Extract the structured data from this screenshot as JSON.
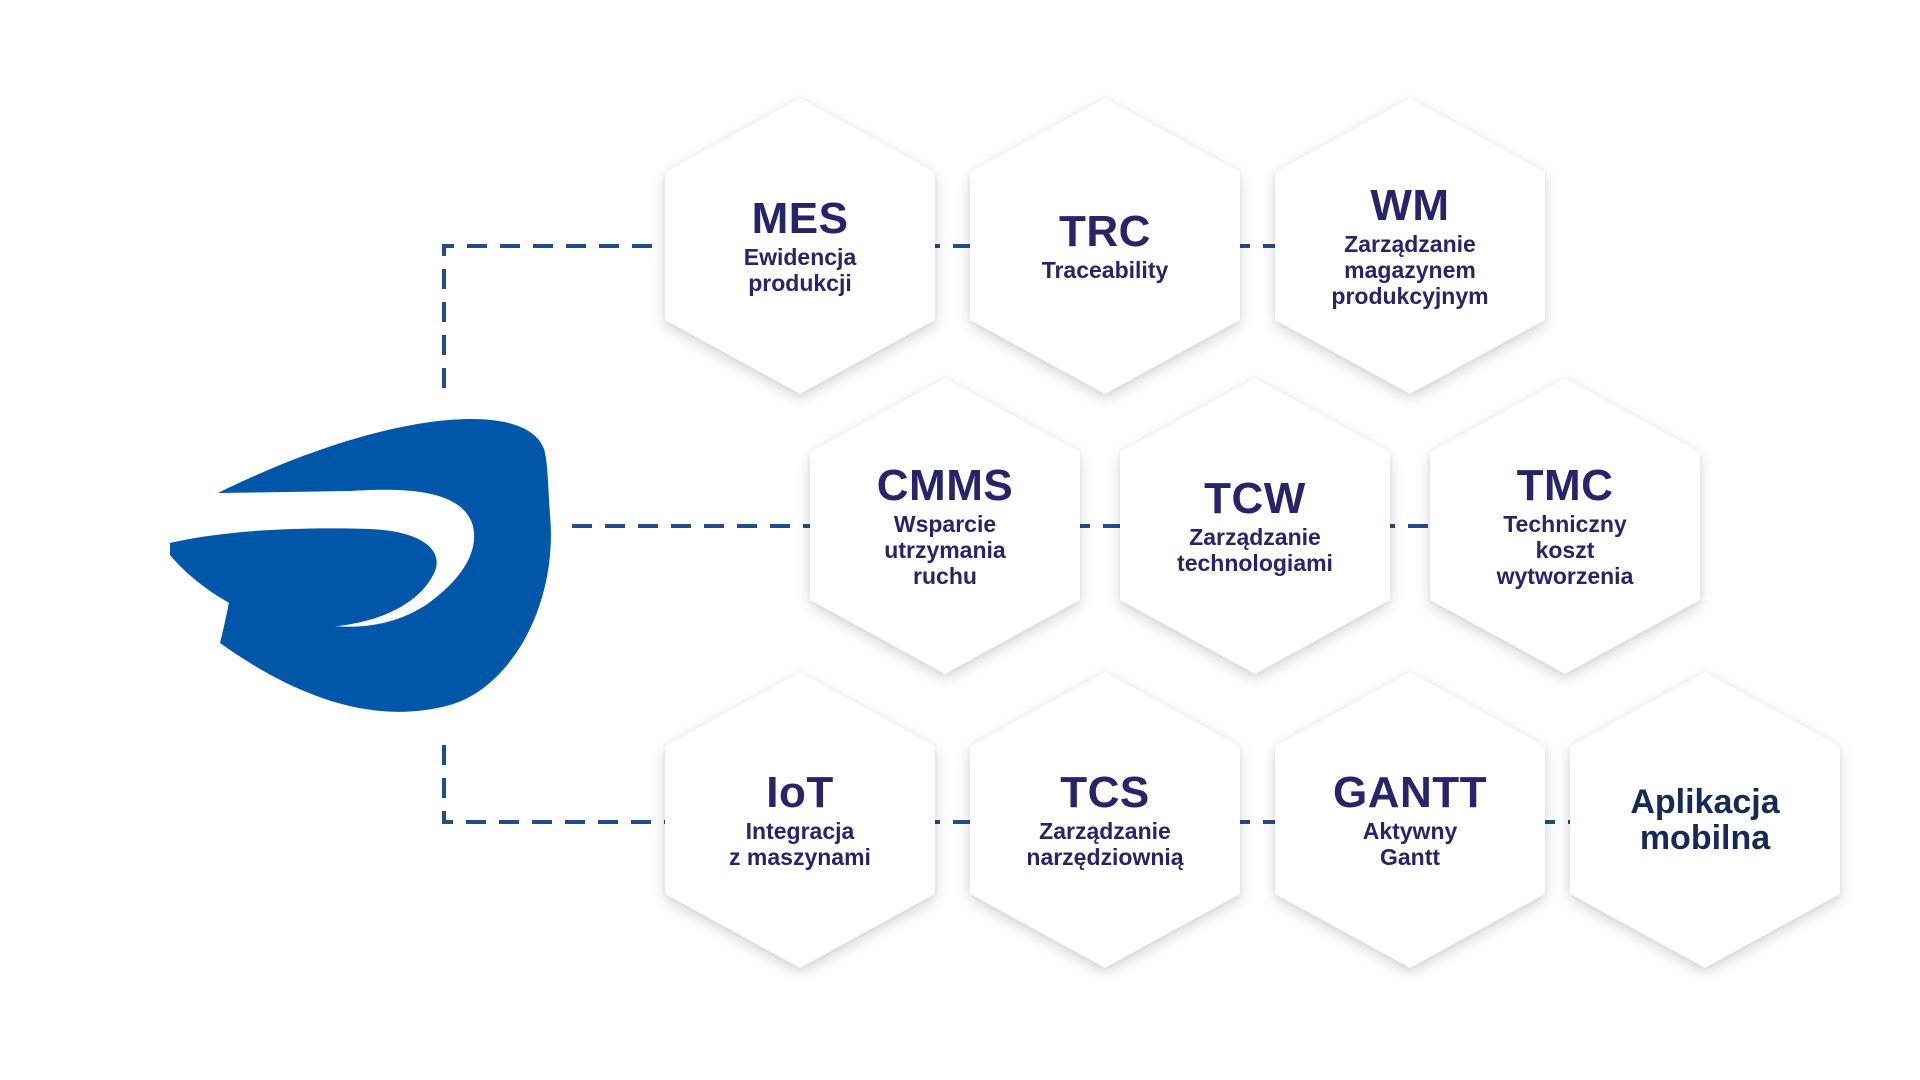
{
  "colors": {
    "brand_blue": "#0056a8",
    "text_navy": "#27246b",
    "connector": "#1f4f8a",
    "hex_fill": "#ffffff"
  },
  "logo": {
    "icon": "company-logo-icon"
  },
  "rows": [
    {
      "modules": [
        {
          "code": "MES",
          "desc": "Ewidencja\nprodukcji"
        },
        {
          "code": "TRC",
          "desc": "Traceability"
        },
        {
          "code": "WM",
          "desc": "Zarządzanie\nmagazynem\nprodukcyjnym"
        }
      ]
    },
    {
      "modules": [
        {
          "code": "CMMS",
          "desc": "Wsparcie\nutrzymania\nruchu"
        },
        {
          "code": "TCW",
          "desc": "Zarządzanie\ntechnologiami"
        },
        {
          "code": "TMC",
          "desc": "Techniczny\nkoszt\nwytworzenia"
        }
      ]
    },
    {
      "modules": [
        {
          "code": "IoT",
          "desc": "Integracja\nz maszynami"
        },
        {
          "code": "TCS",
          "desc": "Zarządzanie\nnarzędziownią"
        },
        {
          "code": "GANTT",
          "desc": "Aktywny\nGantt"
        },
        {
          "code": "",
          "desc": "Aplikacja\nmobilna"
        }
      ]
    }
  ]
}
